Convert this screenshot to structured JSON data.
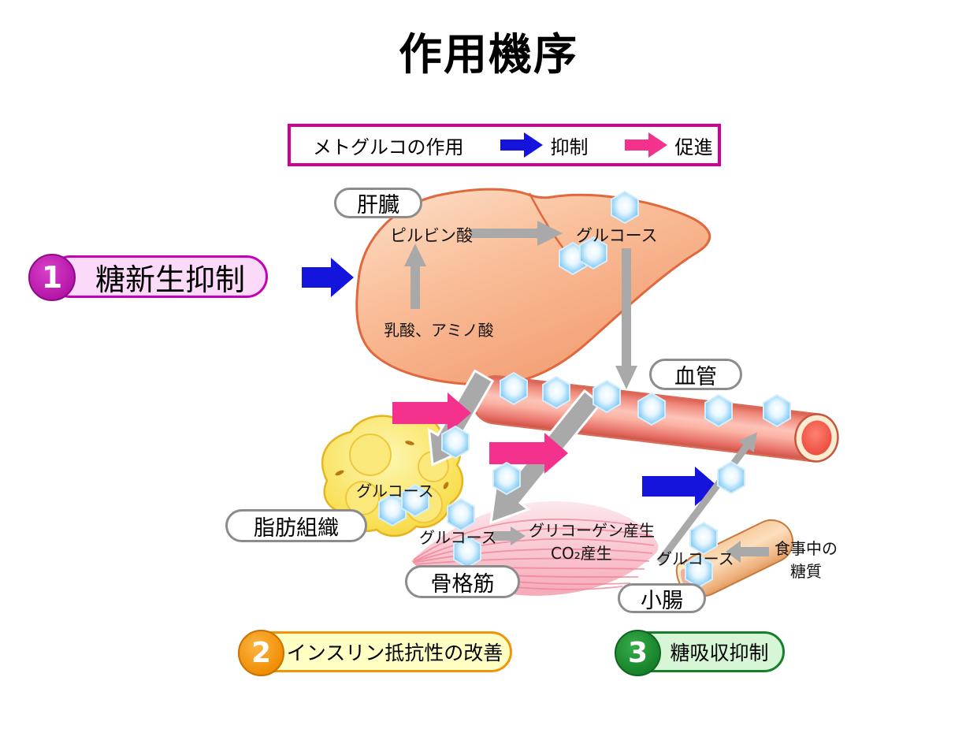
{
  "title": "作用機序",
  "legend": {
    "title": "メトグルコの作用",
    "inhibit": "抑制",
    "promote": "促進"
  },
  "steps": [
    {
      "number": "1",
      "label": "糖新生抑制"
    },
    {
      "number": "2",
      "label": "インスリン抵抗性の改善"
    },
    {
      "number": "3",
      "label": "糖吸収抑制"
    }
  ],
  "organs": {
    "liver": "肝臓",
    "vessel": "血管",
    "adipose": "脂肪組織",
    "muscle": "骨格筋",
    "intestine": "小腸"
  },
  "labels": {
    "pyruvate": "ピルビン酸",
    "glucose_liver": "グルコース",
    "lactate_amino": "乳酸、アミノ酸",
    "glucose_adipose": "グルコース",
    "glucose_muscle": "グルコース",
    "glycogen_production": "グリコーゲン産生",
    "co2_production": "CO₂産生",
    "glucose_intestine": "グルコース",
    "dietary_sugar_line1": "食事中の",
    "dietary_sugar_line2": "糖質"
  },
  "colors": {
    "inhibit_blue": "#1414dd",
    "promote_pink": "#f5318e",
    "flow_gray": "#a9a9a9",
    "legend_border": "#cc0096",
    "step1_accent": "#bb14ad",
    "step2_accent": "#f08c00",
    "step3_accent": "#158028",
    "glucose_hex_blue": "#4aaeea"
  }
}
